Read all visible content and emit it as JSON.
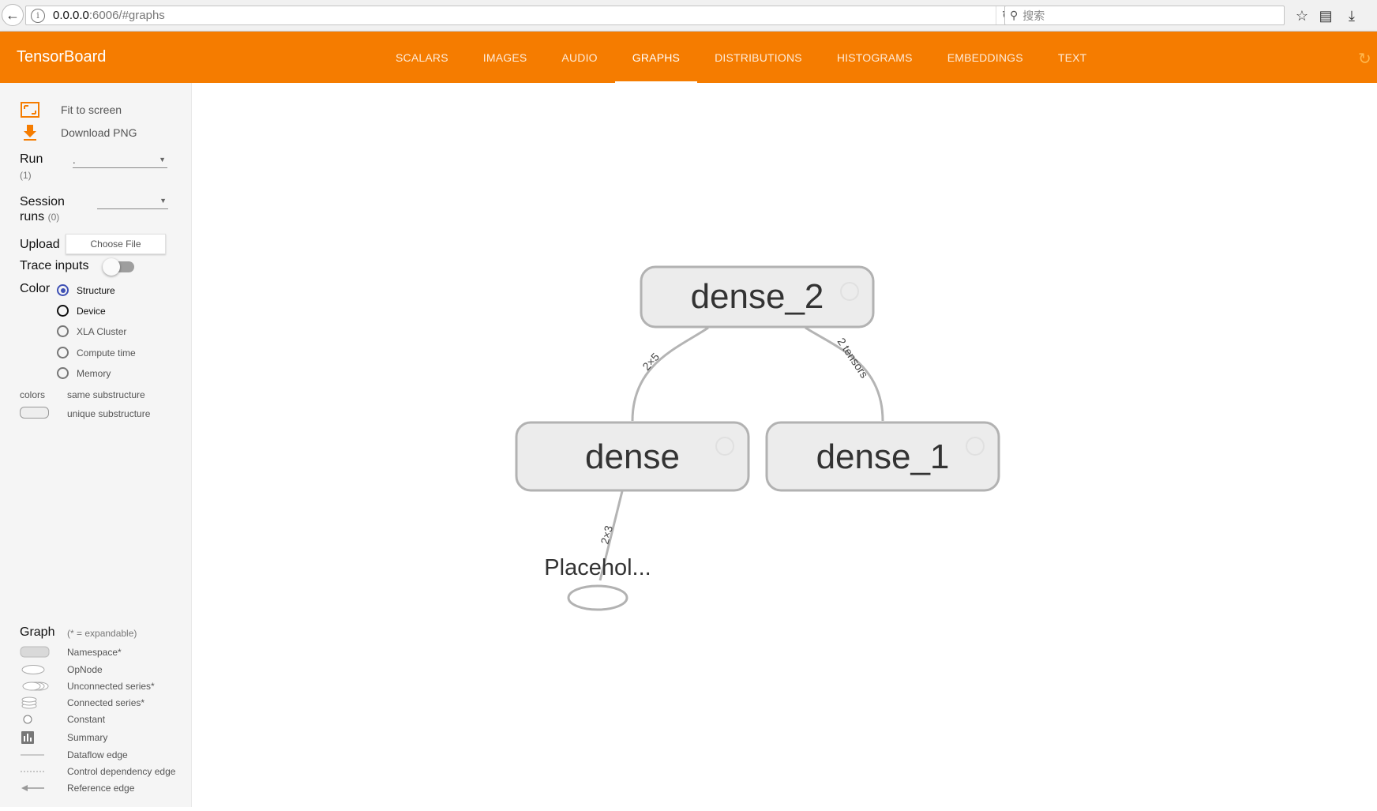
{
  "browser": {
    "url_host": "0.0.0.0",
    "url_path": ":6006/#graphs",
    "search_placeholder": "搜索"
  },
  "header": {
    "brand": "TensorBoard",
    "tabs": [
      {
        "label": "SCALARS"
      },
      {
        "label": "IMAGES"
      },
      {
        "label": "AUDIO"
      },
      {
        "label": "GRAPHS",
        "active": true
      },
      {
        "label": "DISTRIBUTIONS"
      },
      {
        "label": "HISTOGRAMS"
      },
      {
        "label": "EMBEDDINGS"
      },
      {
        "label": "TEXT"
      }
    ],
    "accent_color": "#f57c00"
  },
  "sidebar": {
    "fit_to_screen": "Fit to screen",
    "download_png": "Download PNG",
    "run_label": "Run",
    "run_count": "(1)",
    "run_value": ".",
    "session_label_1": "Session",
    "session_label_2": "runs",
    "session_count": "(0)",
    "upload_label": "Upload",
    "choose_file": "Choose File",
    "trace_inputs": "Trace inputs",
    "color_label": "Color",
    "color_options": [
      {
        "label": "Structure",
        "checked": true
      },
      {
        "label": "Device"
      },
      {
        "label": "XLA Cluster"
      },
      {
        "label": "Compute time"
      },
      {
        "label": "Memory"
      }
    ],
    "colors_label": "colors",
    "same_substructure": "same substructure",
    "unique_substructure": "unique substructure",
    "graph_label": "Graph",
    "expandable_note": "(* = expandable)",
    "legend": [
      {
        "icon": "namespace-icon",
        "label": "Namespace*"
      },
      {
        "icon": "opnode-icon",
        "label": "OpNode"
      },
      {
        "icon": "unconnected-series-icon",
        "label": "Unconnected series*"
      },
      {
        "icon": "connected-series-icon",
        "label": "Connected series*"
      },
      {
        "icon": "constant-icon",
        "label": "Constant"
      },
      {
        "icon": "summary-icon",
        "label": "Summary"
      },
      {
        "icon": "dataflow-edge-icon",
        "label": "Dataflow edge"
      },
      {
        "icon": "control-dependency-edge-icon",
        "label": "Control dependency edge"
      },
      {
        "icon": "reference-edge-icon",
        "label": "Reference edge"
      }
    ]
  },
  "graph": {
    "nodes": {
      "dense_2": "dense_2",
      "dense": "dense",
      "dense_1": "dense_1",
      "placeholder": "Placehol..."
    },
    "edges": {
      "dense_to_dense_2": "2×5",
      "dense_1_to_dense_2": "2 tensors",
      "placeholder_to_dense": "2×3"
    }
  }
}
